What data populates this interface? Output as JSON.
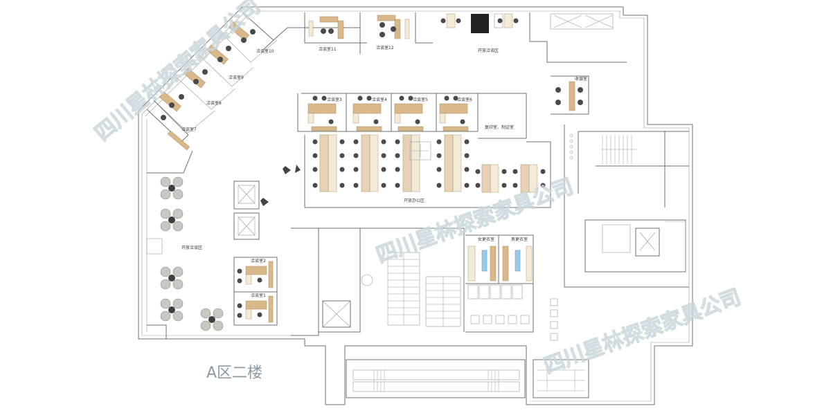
{
  "floor_title": "A区二楼",
  "watermark": "四川星林探索家具公司",
  "rooms": {
    "meeting_10": "洽谈室10",
    "meeting_11": "洽谈室11",
    "meeting_12": "洽谈室12",
    "meeting_9": "洽谈室9",
    "meeting_8": "洽谈室8",
    "meeting_7": "洽谈室7",
    "meeting_6": "洽谈室6",
    "meeting_5": "洽谈室5",
    "meeting_4": "洽谈室4",
    "meeting_3": "洽谈室3",
    "meeting_2": "洽谈室2",
    "meeting_1": "洽谈室1",
    "open_meeting_top": "开放洽谈区",
    "open_meeting_left": "开放洽谈区",
    "open_office": "开放办公区",
    "print_room": "复印室、制证室",
    "mail_room": "收银室",
    "female_locker": "女更衣室",
    "male_locker": "男更衣室"
  }
}
